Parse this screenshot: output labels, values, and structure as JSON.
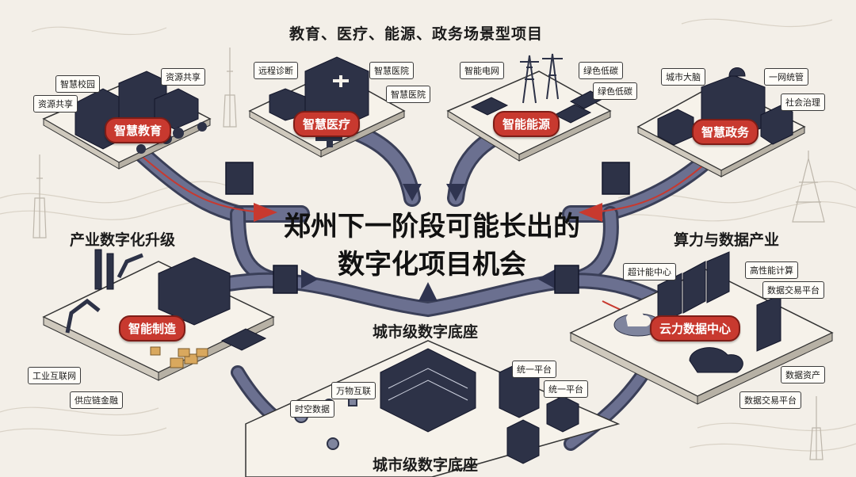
{
  "header": {
    "title": "教育、医疗、能源、政务场景型项目"
  },
  "center": {
    "line1": "郑州下一阶段可能长出的",
    "line2": "数字化项目机会"
  },
  "sections": {
    "industry": "产业数字化升级",
    "compute": "算力与数据产业",
    "base_upper": "城市级数字底座",
    "base_lower": "城市级数字底座"
  },
  "scenes": {
    "education": {
      "label": "智慧教育",
      "tags": [
        "智慧校园",
        "资源共享",
        "资源共享"
      ]
    },
    "medical": {
      "label": "智慧医疗",
      "tags": [
        "远程诊断",
        "智慧医院",
        "智慧医院"
      ]
    },
    "energy": {
      "label": "智能能源",
      "tags": [
        "智能电网",
        "绿色低碳",
        "绿色低碳"
      ]
    },
    "government": {
      "label": "智慧政务",
      "tags": [
        "城市大脑",
        "一网统管",
        "社会治理"
      ]
    },
    "manufacturing": {
      "label": "智能制造",
      "tags": [
        "工业互联网",
        "供应链金融"
      ]
    },
    "datacenter": {
      "label": "云力数据中心",
      "tags": [
        "超计能中心",
        "高性能计算",
        "数据交易平台",
        "数据资产",
        "数据交易平台"
      ]
    },
    "base": {
      "tags": [
        "万物互联",
        "时空数据",
        "统一平台",
        "统一平台"
      ]
    }
  },
  "colors": {
    "accent": "#c8392f",
    "road": "#3a3f58",
    "platform": "#f6f2ea",
    "building": "#2d3247"
  }
}
